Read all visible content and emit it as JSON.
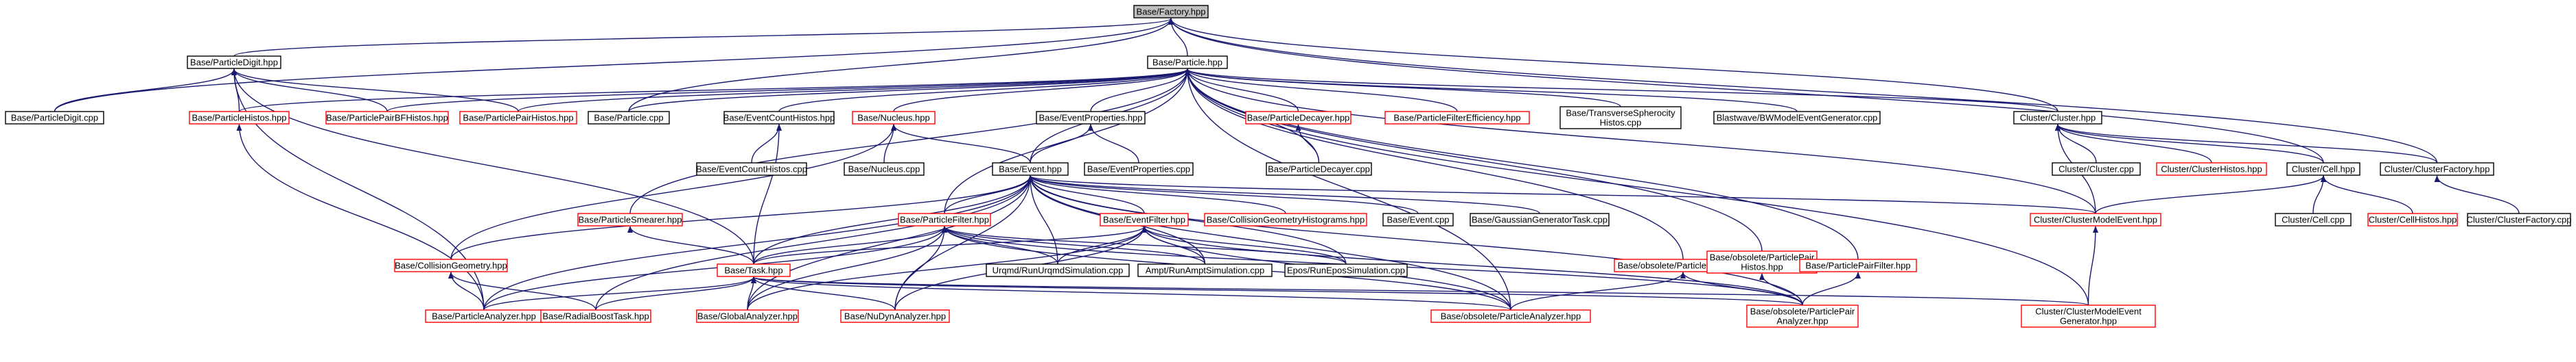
{
  "colors": {
    "edge": "#191970",
    "root_fill": "#bfbfbf",
    "border_documented": "#000000",
    "border_undocumented": "#ff0000"
  },
  "nodes": [
    {
      "id": "n_factory",
      "label": [
        "Base/Factory.hpp"
      ],
      "kind": "root"
    },
    {
      "id": "n_pdigit",
      "label": [
        "Base/ParticleDigit.hpp"
      ],
      "kind": "doc"
    },
    {
      "id": "n_particle",
      "label": [
        "Base/Particle.hpp"
      ],
      "kind": "doc"
    },
    {
      "id": "n_pdigitcpp",
      "label": [
        "Base/ParticleDigit.cpp"
      ],
      "kind": "doc"
    },
    {
      "id": "n_phistos",
      "label": [
        "Base/ParticleHistos.hpp"
      ],
      "kind": "undoc"
    },
    {
      "id": "n_ppbf",
      "label": [
        "Base/ParticlePairBFHistos.hpp"
      ],
      "kind": "undoc"
    },
    {
      "id": "n_pph",
      "label": [
        "Base/ParticlePairHistos.hpp"
      ],
      "kind": "undoc"
    },
    {
      "id": "n_pcpp",
      "label": [
        "Base/Particle.cpp"
      ],
      "kind": "doc"
    },
    {
      "id": "n_ech",
      "label": [
        "Base/EventCountHistos.hpp"
      ],
      "kind": "doc"
    },
    {
      "id": "n_nucleus",
      "label": [
        "Base/Nucleus.hpp"
      ],
      "kind": "undoc"
    },
    {
      "id": "n_eprops",
      "label": [
        "Base/EventProperties.hpp"
      ],
      "kind": "doc"
    },
    {
      "id": "n_pdecayer",
      "label": [
        "Base/ParticleDecayer.hpp"
      ],
      "kind": "undoc"
    },
    {
      "id": "n_pfe",
      "label": [
        "Base/ParticleFilterEfficiency.hpp"
      ],
      "kind": "undoc"
    },
    {
      "id": "n_tsh",
      "label": [
        "Base/TransverseSpherocity",
        "Histos.cpp"
      ],
      "kind": "doc"
    },
    {
      "id": "n_bw",
      "label": [
        "Blastwave/BWModelEventGenerator.cpp"
      ],
      "kind": "doc"
    },
    {
      "id": "n_cluster",
      "label": [
        "Cluster/Cluster.hpp"
      ],
      "kind": "doc"
    },
    {
      "id": "n_echcpp",
      "label": [
        "Base/EventCountHistos.cpp"
      ],
      "kind": "doc"
    },
    {
      "id": "n_nucleuscpp",
      "label": [
        "Base/Nucleus.cpp"
      ],
      "kind": "doc"
    },
    {
      "id": "n_event",
      "label": [
        "Base/Event.hpp"
      ],
      "kind": "doc"
    },
    {
      "id": "n_epropscpp",
      "label": [
        "Base/EventProperties.cpp"
      ],
      "kind": "doc"
    },
    {
      "id": "n_pdecayercpp",
      "label": [
        "Base/ParticleDecayer.cpp"
      ],
      "kind": "doc"
    },
    {
      "id": "n_clustercpp",
      "label": [
        "Cluster/Cluster.cpp"
      ],
      "kind": "doc"
    },
    {
      "id": "n_clusterhistos",
      "label": [
        "Cluster/ClusterHistos.hpp"
      ],
      "kind": "undoc"
    },
    {
      "id": "n_cell",
      "label": [
        "Cluster/Cell.hpp"
      ],
      "kind": "doc"
    },
    {
      "id": "n_clusterfactory",
      "label": [
        "Cluster/ClusterFactory.hpp"
      ],
      "kind": "doc"
    },
    {
      "id": "n_psmearer",
      "label": [
        "Base/ParticleSmearer.hpp"
      ],
      "kind": "undoc"
    },
    {
      "id": "n_pfilter",
      "label": [
        "Base/ParticleFilter.hpp"
      ],
      "kind": "undoc"
    },
    {
      "id": "n_efilter",
      "label": [
        "Base/EventFilter.hpp"
      ],
      "kind": "undoc"
    },
    {
      "id": "n_cgh",
      "label": [
        "Base/CollisionGeometryHistograms.hpp"
      ],
      "kind": "undoc"
    },
    {
      "id": "n_eventcpp",
      "label": [
        "Base/Event.cpp"
      ],
      "kind": "doc"
    },
    {
      "id": "n_ggt",
      "label": [
        "Base/GaussianGeneratorTask.cpp"
      ],
      "kind": "doc"
    },
    {
      "id": "n_cme",
      "label": [
        "Cluster/ClusterModelEvent.hpp"
      ],
      "kind": "undoc"
    },
    {
      "id": "n_cellcpp",
      "label": [
        "Cluster/Cell.cpp"
      ],
      "kind": "doc"
    },
    {
      "id": "n_cellhistos",
      "label": [
        "Cluster/CellHistos.hpp"
      ],
      "kind": "undoc"
    },
    {
      "id": "n_cfcpp",
      "label": [
        "Cluster/ClusterFactory.cpp"
      ],
      "kind": "doc"
    },
    {
      "id": "n_cgeom",
      "label": [
        "Base/CollisionGeometry.hpp"
      ],
      "kind": "undoc"
    },
    {
      "id": "n_task",
      "label": [
        "Base/Task.hpp"
      ],
      "kind": "undoc"
    },
    {
      "id": "n_urqmd",
      "label": [
        "Urqmd/RunUrqmdSimulation.cpp"
      ],
      "kind": "doc"
    },
    {
      "id": "n_ampt",
      "label": [
        "Ampt/RunAmptSimulation.cpp"
      ],
      "kind": "doc"
    },
    {
      "id": "n_epos",
      "label": [
        "Epos/RunEposSimulation.cpp"
      ],
      "kind": "doc"
    },
    {
      "id": "n_obsph",
      "label": [
        "Base/obsolete/ParticleHistos.hpp"
      ],
      "kind": "undoc"
    },
    {
      "id": "n_obspph",
      "label": [
        "Base/obsolete/ParticlePair",
        "Histos.hpp"
      ],
      "kind": "undoc"
    },
    {
      "id": "n_ppfilter",
      "label": [
        "Base/ParticlePairFilter.hpp"
      ],
      "kind": "undoc"
    },
    {
      "id": "n_panalyzer",
      "label": [
        "Base/ParticleAnalyzer.hpp"
      ],
      "kind": "undoc"
    },
    {
      "id": "n_rbt",
      "label": [
        "Base/RadialBoostTask.hpp"
      ],
      "kind": "undoc"
    },
    {
      "id": "n_ga",
      "label": [
        "Base/GlobalAnalyzer.hpp"
      ],
      "kind": "undoc"
    },
    {
      "id": "n_nudyn",
      "label": [
        "Base/NuDynAnalyzer.hpp"
      ],
      "kind": "undoc"
    },
    {
      "id": "n_obspa",
      "label": [
        "Base/obsolete/ParticleAnalyzer.hpp"
      ],
      "kind": "undoc"
    },
    {
      "id": "n_obsppa",
      "label": [
        "Base/obsolete/ParticlePair",
        "Analyzer.hpp"
      ],
      "kind": "undoc"
    },
    {
      "id": "n_cmeg",
      "label": [
        "Cluster/ClusterModelEvent",
        "Generator.hpp"
      ],
      "kind": "undoc"
    }
  ],
  "edges": [
    [
      "n_pdigit",
      "n_factory"
    ],
    [
      "n_particle",
      "n_factory"
    ],
    [
      "n_cluster",
      "n_factory"
    ],
    [
      "n_cell",
      "n_factory"
    ],
    [
      "n_clusterfactory",
      "n_factory"
    ],
    [
      "n_pdigitcpp",
      "n_factory"
    ],
    [
      "n_pcpp",
      "n_factory"
    ],
    [
      "n_pdigitcpp",
      "n_pdigit"
    ],
    [
      "n_phistos",
      "n_pdigit"
    ],
    [
      "n_ppbf",
      "n_pdigit"
    ],
    [
      "n_pph",
      "n_pdigit"
    ],
    [
      "n_task",
      "n_pdigit"
    ],
    [
      "n_panalyzer",
      "n_pdigit"
    ],
    [
      "n_phistos",
      "n_particle"
    ],
    [
      "n_ppbf",
      "n_particle"
    ],
    [
      "n_pph",
      "n_particle"
    ],
    [
      "n_pcpp",
      "n_particle"
    ],
    [
      "n_ech",
      "n_particle"
    ],
    [
      "n_nucleus",
      "n_particle"
    ],
    [
      "n_eprops",
      "n_particle"
    ],
    [
      "n_pdecayer",
      "n_particle"
    ],
    [
      "n_pfe",
      "n_particle"
    ],
    [
      "n_tsh",
      "n_particle"
    ],
    [
      "n_bw",
      "n_particle"
    ],
    [
      "n_cluster",
      "n_particle"
    ],
    [
      "n_event",
      "n_particle"
    ],
    [
      "n_psmearer",
      "n_particle"
    ],
    [
      "n_pfilter",
      "n_particle"
    ],
    [
      "n_pdecayercpp",
      "n_particle"
    ],
    [
      "n_obsph",
      "n_particle"
    ],
    [
      "n_obspph",
      "n_particle"
    ],
    [
      "n_ppfilter",
      "n_particle"
    ],
    [
      "n_cmeg",
      "n_particle"
    ],
    [
      "n_cme",
      "n_particle"
    ],
    [
      "n_obspa",
      "n_particle"
    ],
    [
      "n_echcpp",
      "n_ech"
    ],
    [
      "n_task",
      "n_ech"
    ],
    [
      "n_nucleuscpp",
      "n_nucleus"
    ],
    [
      "n_event",
      "n_nucleus"
    ],
    [
      "n_cgeom",
      "n_nucleus"
    ],
    [
      "n_event",
      "n_eprops"
    ],
    [
      "n_epropscpp",
      "n_eprops"
    ],
    [
      "n_pdecayercpp",
      "n_pdecayer"
    ],
    [
      "n_clustercpp",
      "n_cluster"
    ],
    [
      "n_clusterhistos",
      "n_cluster"
    ],
    [
      "n_cell",
      "n_cluster"
    ],
    [
      "n_clusterfactory",
      "n_cluster"
    ],
    [
      "n_cme",
      "n_cluster"
    ],
    [
      "n_cellcpp",
      "n_cell"
    ],
    [
      "n_cellhistos",
      "n_cell"
    ],
    [
      "n_cme",
      "n_cell"
    ],
    [
      "n_cfcpp",
      "n_clusterfactory"
    ],
    [
      "n_pfilter",
      "n_event"
    ],
    [
      "n_efilter",
      "n_event"
    ],
    [
      "n_cgh",
      "n_event"
    ],
    [
      "n_eventcpp",
      "n_event"
    ],
    [
      "n_ggt",
      "n_event"
    ],
    [
      "n_cme",
      "n_event"
    ],
    [
      "n_cgeom",
      "n_event"
    ],
    [
      "n_task",
      "n_event"
    ],
    [
      "n_urqmd",
      "n_event"
    ],
    [
      "n_ampt",
      "n_event"
    ],
    [
      "n_epos",
      "n_event"
    ],
    [
      "n_panalyzer",
      "n_event"
    ],
    [
      "n_rbt",
      "n_event"
    ],
    [
      "n_ga",
      "n_event"
    ],
    [
      "n_nudyn",
      "n_event"
    ],
    [
      "n_obspa",
      "n_event"
    ],
    [
      "n_obsppa",
      "n_event"
    ],
    [
      "n_task",
      "n_psmearer"
    ],
    [
      "n_task",
      "n_pfilter"
    ],
    [
      "n_urqmd",
      "n_pfilter"
    ],
    [
      "n_ampt",
      "n_pfilter"
    ],
    [
      "n_epos",
      "n_pfilter"
    ],
    [
      "n_panalyzer",
      "n_pfilter"
    ],
    [
      "n_ga",
      "n_pfilter"
    ],
    [
      "n_nudyn",
      "n_pfilter"
    ],
    [
      "n_obspa",
      "n_pfilter"
    ],
    [
      "n_obsppa",
      "n_pfilter"
    ],
    [
      "n_task",
      "n_efilter"
    ],
    [
      "n_urqmd",
      "n_efilter"
    ],
    [
      "n_ampt",
      "n_efilter"
    ],
    [
      "n_epos",
      "n_efilter"
    ],
    [
      "n_ga",
      "n_efilter"
    ],
    [
      "n_nudyn",
      "n_efilter"
    ],
    [
      "n_obspa",
      "n_efilter"
    ],
    [
      "n_obsppa",
      "n_efilter"
    ],
    [
      "n_cmeg",
      "n_cme"
    ],
    [
      "n_panalyzer",
      "n_cgeom"
    ],
    [
      "n_rbt",
      "n_cgeom"
    ],
    [
      "n_panalyzer",
      "n_task"
    ],
    [
      "n_rbt",
      "n_task"
    ],
    [
      "n_ga",
      "n_task"
    ],
    [
      "n_nudyn",
      "n_task"
    ],
    [
      "n_obspa",
      "n_task"
    ],
    [
      "n_obsppa",
      "n_task"
    ],
    [
      "n_cmeg",
      "n_task"
    ],
    [
      "n_obspa",
      "n_obsph"
    ],
    [
      "n_obsppa",
      "n_obsph"
    ],
    [
      "n_obsppa",
      "n_obspph"
    ],
    [
      "n_obsppa",
      "n_ppfilter"
    ],
    [
      "n_panalyzer",
      "n_phistos"
    ]
  ]
}
